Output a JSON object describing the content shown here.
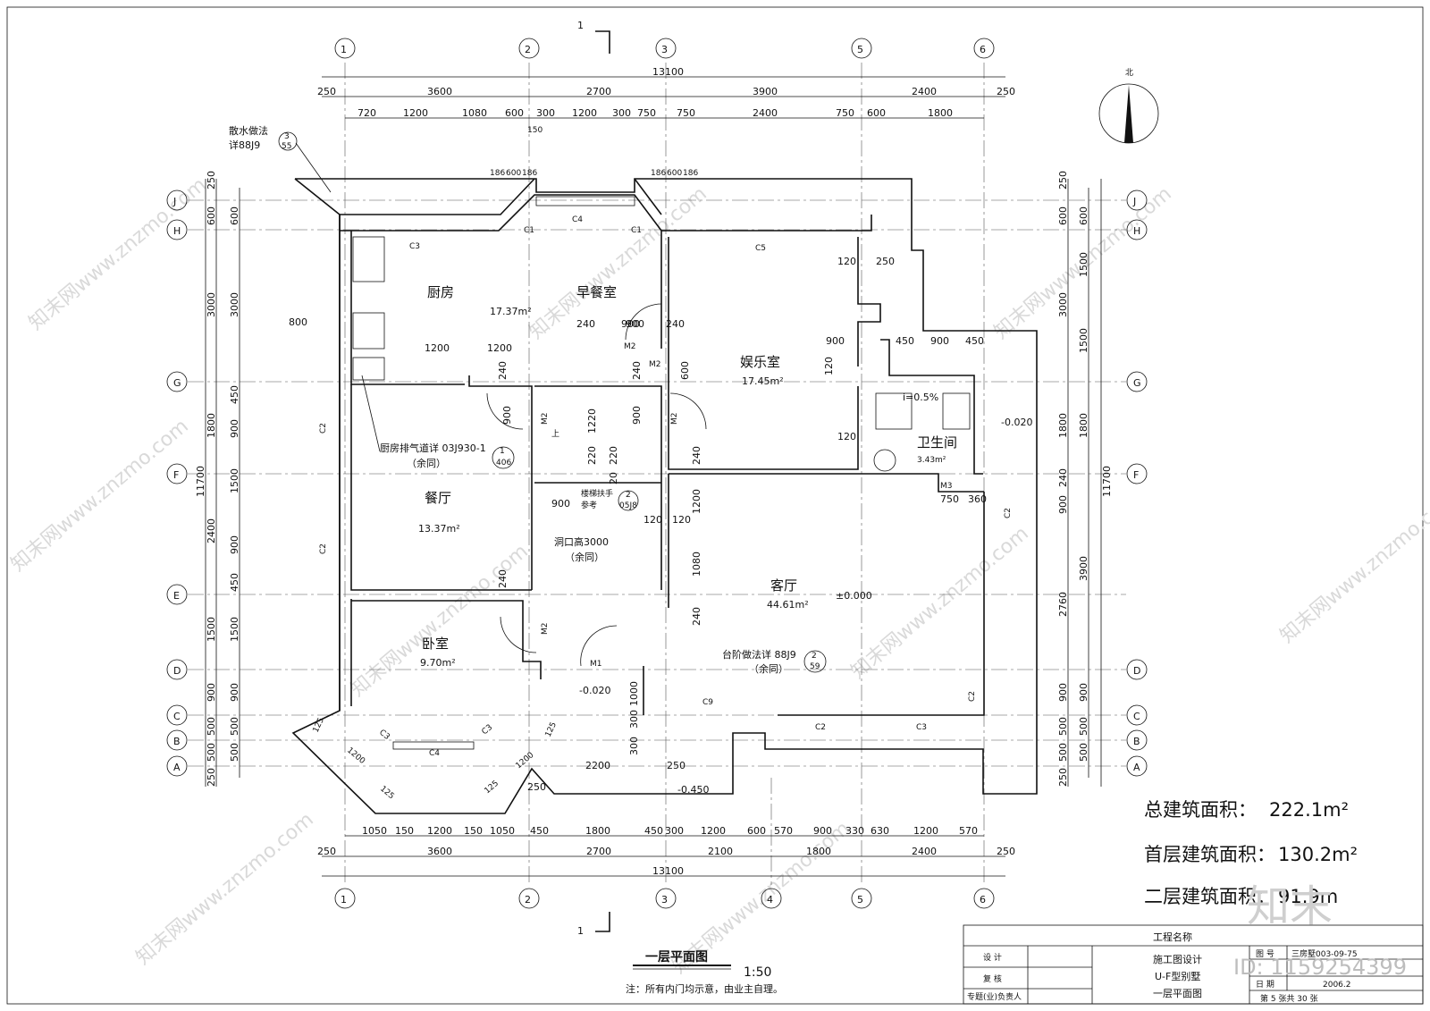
{
  "drawing": {
    "title": "一层平面图",
    "scale": "1:50",
    "note": "注：所有内门均示意，由业主自理。",
    "section_mark": "1",
    "north": "北"
  },
  "grid_top": [
    "1",
    "2",
    "3",
    "5",
    "6"
  ],
  "grid_bottom": [
    "1",
    "2",
    "3",
    "4",
    "5",
    "6"
  ],
  "grid_rows": [
    "J",
    "H",
    "G",
    "F",
    "E",
    "D",
    "C",
    "B",
    "A"
  ],
  "dims_top_overall": "13100",
  "dims_top_bays": [
    "250",
    "3600",
    "2700",
    "3900",
    "2400",
    "250"
  ],
  "dims_top_detail": [
    "720",
    "1200",
    "1080",
    "600",
    "300",
    "1200",
    "300",
    "750",
    "750",
    "2400",
    "750",
    "600",
    "1800"
  ],
  "dims_top_extra": [
    "150",
    "186",
    "600",
    "186",
    "186",
    "600",
    "186"
  ],
  "dims_bottom_detail": [
    "1050",
    "150",
    "1200",
    "150",
    "1050",
    "450",
    "1800",
    "450",
    "300",
    "1200",
    "600",
    "570",
    "900",
    "330",
    "630",
    "1200",
    "570"
  ],
  "dims_bottom_bays": [
    "250",
    "3600",
    "2700",
    "2100",
    "1800",
    "2400",
    "250"
  ],
  "dims_bottom_overall": "13100",
  "dims_left_outer": [
    "250",
    "600",
    "3000",
    "1800",
    "2400",
    "1500",
    "900",
    "500",
    "500",
    "250"
  ],
  "dims_left_inner": [
    "600",
    "3000",
    "450",
    "900",
    "1500",
    "900",
    "450",
    "1500",
    "900",
    "500",
    "500"
  ],
  "dims_left_total": "11700",
  "dims_right_outer": [
    "250",
    "600",
    "3000",
    "1800",
    "240",
    "900",
    "2760",
    "900",
    "500",
    "500",
    "250"
  ],
  "dims_right_inner": [
    "600",
    "1500",
    "1500",
    "1800",
    "3900",
    "900",
    "500",
    "500"
  ],
  "dims_right_total": "11700",
  "rooms": [
    {
      "name": "厨房",
      "area": "17.37m²"
    },
    {
      "name": "早餐室",
      "area": ""
    },
    {
      "name": "娱乐室",
      "area": "17.45m²"
    },
    {
      "name": "卫生间",
      "area": "3.43m²"
    },
    {
      "name": "餐厅",
      "area": "13.37m²"
    },
    {
      "name": "客厅",
      "area": "44.61m²"
    },
    {
      "name": "卧室",
      "area": "9.70m²"
    }
  ],
  "windows": [
    "C1",
    "C1",
    "C2",
    "C2",
    "C2",
    "C2",
    "C2",
    "C3",
    "C3",
    "C3",
    "C3",
    "C4",
    "C4",
    "C5",
    "C9"
  ],
  "doors": [
    "M1",
    "M2",
    "M2",
    "M2",
    "M2",
    "M2",
    "M3"
  ],
  "annotations": {
    "apron": "散水做法",
    "apron_ref": "详88J9",
    "apron_circle": [
      "3",
      "55"
    ],
    "kitchen_flue": "厨房排气道详 03J930-1",
    "kitchen_flue_circle": [
      "1",
      "406"
    ],
    "same": "（余同）",
    "stair_rail": "楼梯扶手",
    "stair_rail_ref": "参考",
    "stair_circle": [
      "2",
      "05J8"
    ],
    "opening": "洞口高3000",
    "steps": "台阶做法详 88J9",
    "steps_circle": [
      "2",
      "59"
    ],
    "slope": "i=0.5%",
    "level_0": "±0.000",
    "level_1": "-0.020",
    "level_2": "-0.020",
    "level_3": "-0.450",
    "up": "上",
    "misc_dims": [
      "800",
      "1200",
      "1200",
      "240",
      "900",
      "240",
      "600",
      "900",
      "120",
      "120",
      "120",
      "250",
      "450",
      "900",
      "450",
      "1220",
      "220",
      "220",
      "20",
      "900",
      "120",
      "120",
      "1200",
      "1080",
      "240",
      "240",
      "2200",
      "250",
      "250",
      "1000",
      "300",
      "300",
      "750",
      "360",
      "125",
      "125",
      "1200",
      "1200",
      "125",
      "125",
      "240",
      "240",
      "240",
      "900",
      "900",
      "900"
    ]
  },
  "areas": {
    "total_label": "总建筑面积：",
    "total_value": "222.1m²",
    "first_label": "首层建筑面积：",
    "first_value": "130.2m²",
    "second_label": "二层建筑面积：",
    "second_value": "91.9m"
  },
  "title_block": {
    "project_label": "工程名称",
    "stage": "施工图设计",
    "building": "U-F型别墅",
    "sheet_name": "一层平面图",
    "row_design": "设 计",
    "row_check": "复 核",
    "row_lead": "专题(业)负责人",
    "drawing_no_label": "图 号",
    "drawing_no": "三房墅003-09-75",
    "date_label": "日 期",
    "date": "2006.2",
    "sheet_count": "第 5 张共 30 张"
  },
  "watermark": {
    "site": "知末网www.znzmo.com",
    "logo": "知末",
    "id": "ID: 1159254399"
  }
}
